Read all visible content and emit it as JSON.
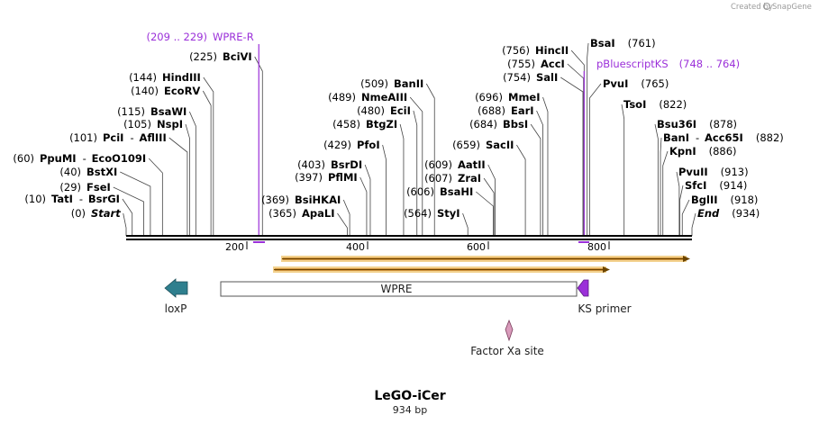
{
  "credit": "Created by",
  "brand": "SnapGene",
  "title": "LeGO-iCer",
  "length_label": "934 bp",
  "sequence_length": 934,
  "ruler_ticks": [
    "200",
    "400",
    "600",
    "800"
  ],
  "colors": {
    "feature_purple": "#9b30d9",
    "loxp": "#2f7f8e",
    "orf_fill": "#e2a24a",
    "orf_stroke": "#6b4400",
    "factor_xa": "#d99bbb",
    "axis": "#000000"
  },
  "sites": [
    {
      "pos": "(0)",
      "name": "Start",
      "bp": 0,
      "italic": true
    },
    {
      "pos": "(10)",
      "name": "TatI",
      "name2": "BsrGI",
      "bp": 10
    },
    {
      "pos": "(29)",
      "name": "FseI",
      "bp": 29
    },
    {
      "pos": "(40)",
      "name": "BstXI",
      "bp": 40
    },
    {
      "pos": "(60)",
      "name": "PpuMI",
      "name2": "EcoO109I",
      "bp": 60
    },
    {
      "pos": "(101)",
      "name": "PciI",
      "name2": "AflIII",
      "bp": 101
    },
    {
      "pos": "(105)",
      "name": "NspI",
      "bp": 105
    },
    {
      "pos": "(115)",
      "name": "BsaWI",
      "bp": 115
    },
    {
      "pos": "(140)",
      "name": "EcoRV",
      "bp": 140
    },
    {
      "pos": "(144)",
      "name": "HindIII",
      "bp": 144
    },
    {
      "pos": "(225)",
      "name": "BciVI",
      "bp": 225
    },
    {
      "pos": "(209 .. 229)",
      "name": "WPRE-R",
      "bp": 219,
      "purple": true
    },
    {
      "pos": "(365)",
      "name": "ApaLI",
      "bp": 365
    },
    {
      "pos": "(369)",
      "name": "BsiHKAI",
      "bp": 369
    },
    {
      "pos": "(397)",
      "name": "PflMI",
      "bp": 397
    },
    {
      "pos": "(403)",
      "name": "BsrDI",
      "bp": 403
    },
    {
      "pos": "(429)",
      "name": "PfoI",
      "bp": 429
    },
    {
      "pos": "(458)",
      "name": "BtgZI",
      "bp": 458
    },
    {
      "pos": "(480)",
      "name": "EciI",
      "bp": 480
    },
    {
      "pos": "(489)",
      "name": "NmeAIII",
      "bp": 489
    },
    {
      "pos": "(509)",
      "name": "BanII",
      "bp": 509
    },
    {
      "pos": "(564)",
      "name": "StyI",
      "bp": 564
    },
    {
      "pos": "(606)",
      "name": "BsaHI",
      "bp": 606
    },
    {
      "pos": "(607)",
      "name": "ZraI",
      "bp": 607
    },
    {
      "pos": "(609)",
      "name": "AatII",
      "bp": 609
    },
    {
      "pos": "(659)",
      "name": "SacII",
      "bp": 659
    },
    {
      "pos": "(684)",
      "name": "BbsI",
      "bp": 684
    },
    {
      "pos": "(688)",
      "name": "EarI",
      "bp": 688
    },
    {
      "pos": "(696)",
      "name": "MmeI",
      "bp": 696
    },
    {
      "pos": "(754)",
      "name": "SalI",
      "bp": 754
    },
    {
      "pos": "(755)",
      "name": "AccI",
      "bp": 755
    },
    {
      "pos": "(756)",
      "name": "HincII",
      "bp": 756
    },
    {
      "pos": "(761)",
      "name": "BsaI",
      "bp": 761
    },
    {
      "pos": "(748 .. 764)",
      "name": "pBluescriptKS",
      "bp": 756,
      "purple": true
    },
    {
      "pos": "(765)",
      "name": "PvuI",
      "bp": 765
    },
    {
      "pos": "(822)",
      "name": "TsoI",
      "bp": 822
    },
    {
      "pos": "(878)",
      "name": "Bsu36I",
      "bp": 878
    },
    {
      "pos": "(882)",
      "name": "BanI",
      "name2": "Acc65I",
      "bp": 882
    },
    {
      "pos": "(886)",
      "name": "KpnI",
      "bp": 886
    },
    {
      "pos": "(913)",
      "name": "PvuII",
      "bp": 913
    },
    {
      "pos": "(914)",
      "name": "SfcI",
      "bp": 914
    },
    {
      "pos": "(918)",
      "name": "BglII",
      "bp": 918
    },
    {
      "pos": "(934)",
      "name": "End",
      "bp": 934,
      "italic": true
    }
  ],
  "features": {
    "loxp": "loxP",
    "wpre": "WPRE",
    "ks_primer": "KS primer",
    "factor_xa": "Factor Xa site"
  }
}
